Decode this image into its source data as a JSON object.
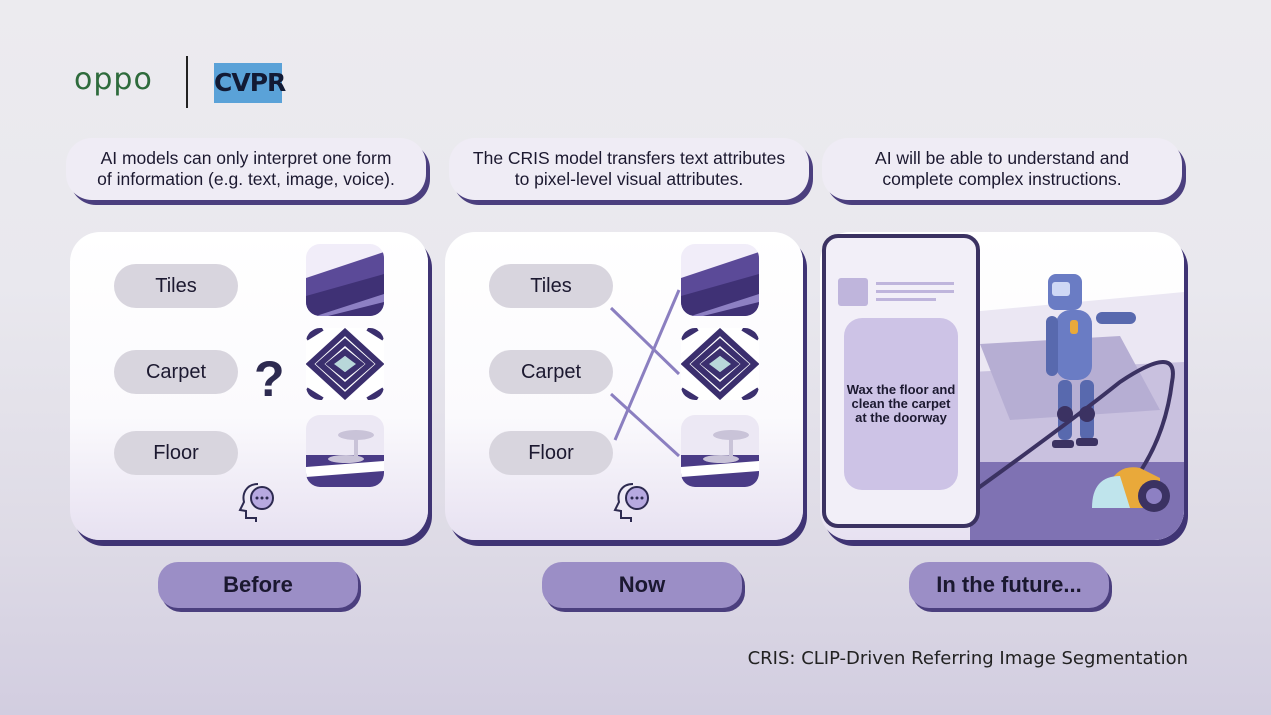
{
  "header": {
    "oppo_logo": "oppo",
    "cvpr_logo": "CVPR"
  },
  "captions": {
    "before": "AI models can only interpret one form\nof information (e.g. text, image, voice).",
    "now": "The CRIS model transfers text attributes\nto pixel-level visual attributes.",
    "future": "AI will be able to understand and\ncomplete complex instructions."
  },
  "panels": {
    "before": {
      "labels": [
        "Tiles",
        "Carpet",
        "Floor"
      ],
      "question_mark": "?",
      "thumbnails": [
        "tiles-image",
        "carpet-image",
        "floor-image"
      ]
    },
    "now": {
      "labels": [
        "Tiles",
        "Carpet",
        "Floor"
      ],
      "thumbnails": [
        "tiles-image",
        "carpet-image",
        "floor-image"
      ]
    },
    "future": {
      "instruction": "Wax the floor and\nclean the carpet\nat the doorway"
    }
  },
  "tags": {
    "before": "Before",
    "now": "Now",
    "future": "In the future..."
  },
  "footnote": "CRIS: CLIP-Driven Referring Image Segmentation",
  "colors": {
    "accent_dark": "#3f3474",
    "tag_fill": "#9b8ec6",
    "pill": "#d8d5de",
    "oppo_green": "#2e6b3c",
    "cvpr_blue": "#5aa2d8"
  }
}
